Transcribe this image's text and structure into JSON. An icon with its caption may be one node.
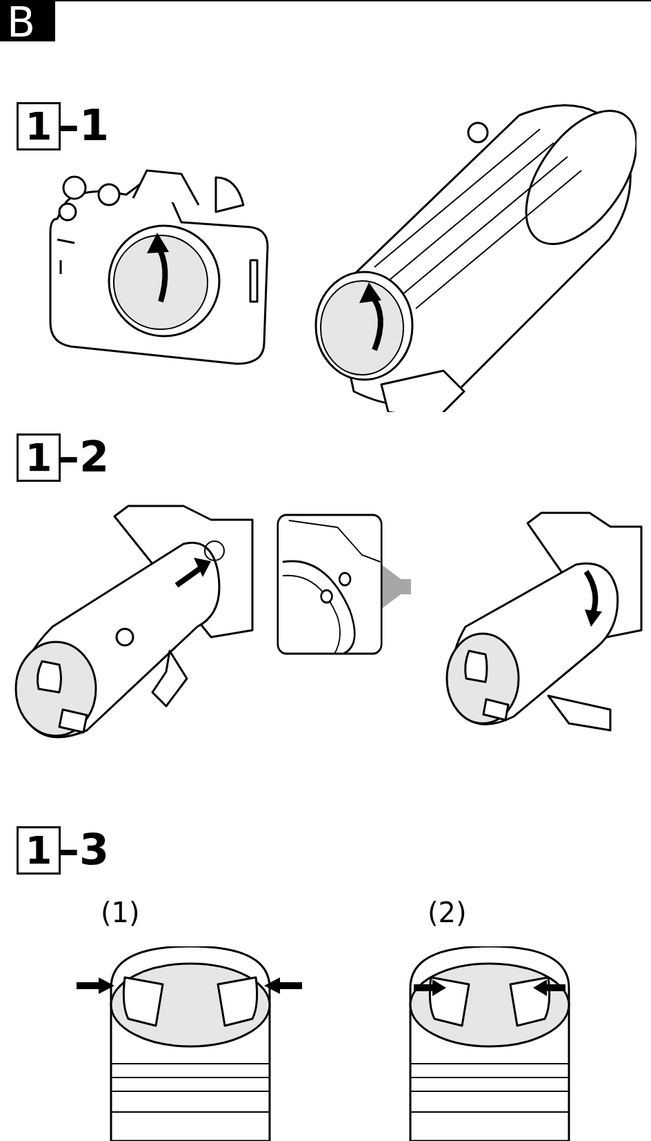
{
  "diagram": {
    "nodes": [
      {
        "text": [],
        "shape": "picture"
      },
      {
        "text": [],
        "shape": "picture"
      },
      {
        "text": [],
        "shape": "picture"
      },
      {
        "text": [],
        "shape": "picture"
      },
      {
        "text": [],
        "shape": "picture"
      },
      {
        "text": [],
        "shape": "picture",
        "beside": [
          "(1)"
        ]
      },
      {
        "text": [],
        "shape": "picture",
        "beside": [
          "(2)"
        ]
      }
    ],
    "edges": [
      {
        "from": 3,
        "to": 4,
        "arrow": "to",
        "color": "#a6a6a6"
      }
    ],
    "labels": [
      "B",
      "1",
      "–1",
      "1",
      "–2",
      "1",
      "–3"
    ]
  }
}
